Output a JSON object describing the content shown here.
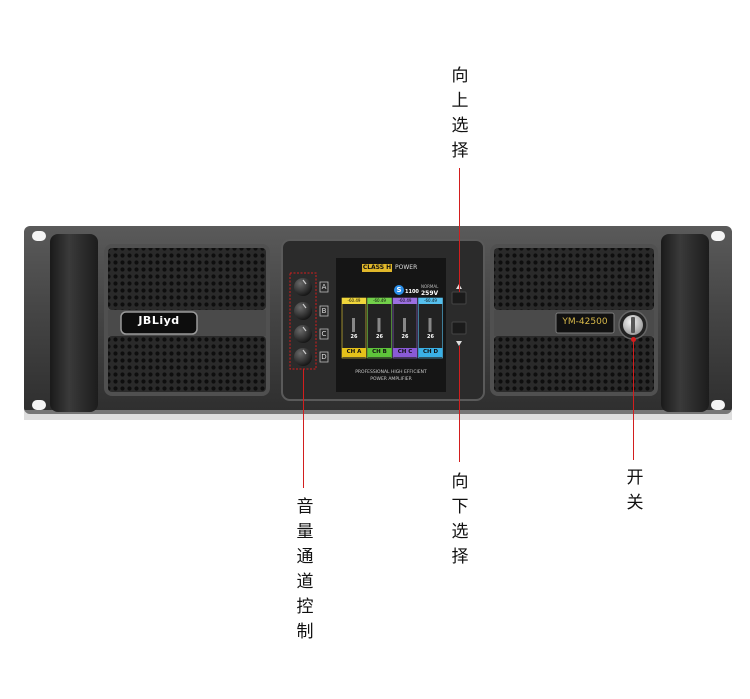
{
  "brand": {
    "logo": "JBLiyd"
  },
  "model": "YM-42500",
  "screen": {
    "class_label": "CLASS H",
    "power_label": "POWER",
    "mode_icon": "S",
    "mode_value": "1100",
    "status_label": "NORMAL",
    "status_value": "259V",
    "tagline1": "PROFESSIONAL HIGH EFFICIENT",
    "tagline2": "POWER AMPLIFIER",
    "channels": [
      {
        "label": "CH A",
        "db": "-60.49",
        "level": "26",
        "color": "#e6c21a",
        "head": "#f0d63b"
      },
      {
        "label": "CH B",
        "db": "-60.49",
        "level": "26",
        "color": "#5ec43a",
        "head": "#72d04a"
      },
      {
        "label": "CH C",
        "db": "-60.49",
        "level": "26",
        "color": "#8a5ad6",
        "head": "#9b6fe0"
      },
      {
        "label": "CH D",
        "db": "-60.49",
        "level": "26",
        "color": "#3ab0e6",
        "head": "#56c0ee"
      }
    ]
  },
  "knob_labels": [
    "A",
    "B",
    "C",
    "D"
  ],
  "callouts": {
    "up": [
      "向",
      "上",
      "选",
      "择"
    ],
    "down": [
      "向",
      "下",
      "选",
      "择"
    ],
    "power": [
      "开",
      "关"
    ],
    "volume": [
      "音",
      "量",
      "通",
      "道",
      "控",
      "制"
    ]
  },
  "colors": {
    "accent": "#d21e1e",
    "panel": "#3a3a3a",
    "screen": "#1a1a1a"
  }
}
